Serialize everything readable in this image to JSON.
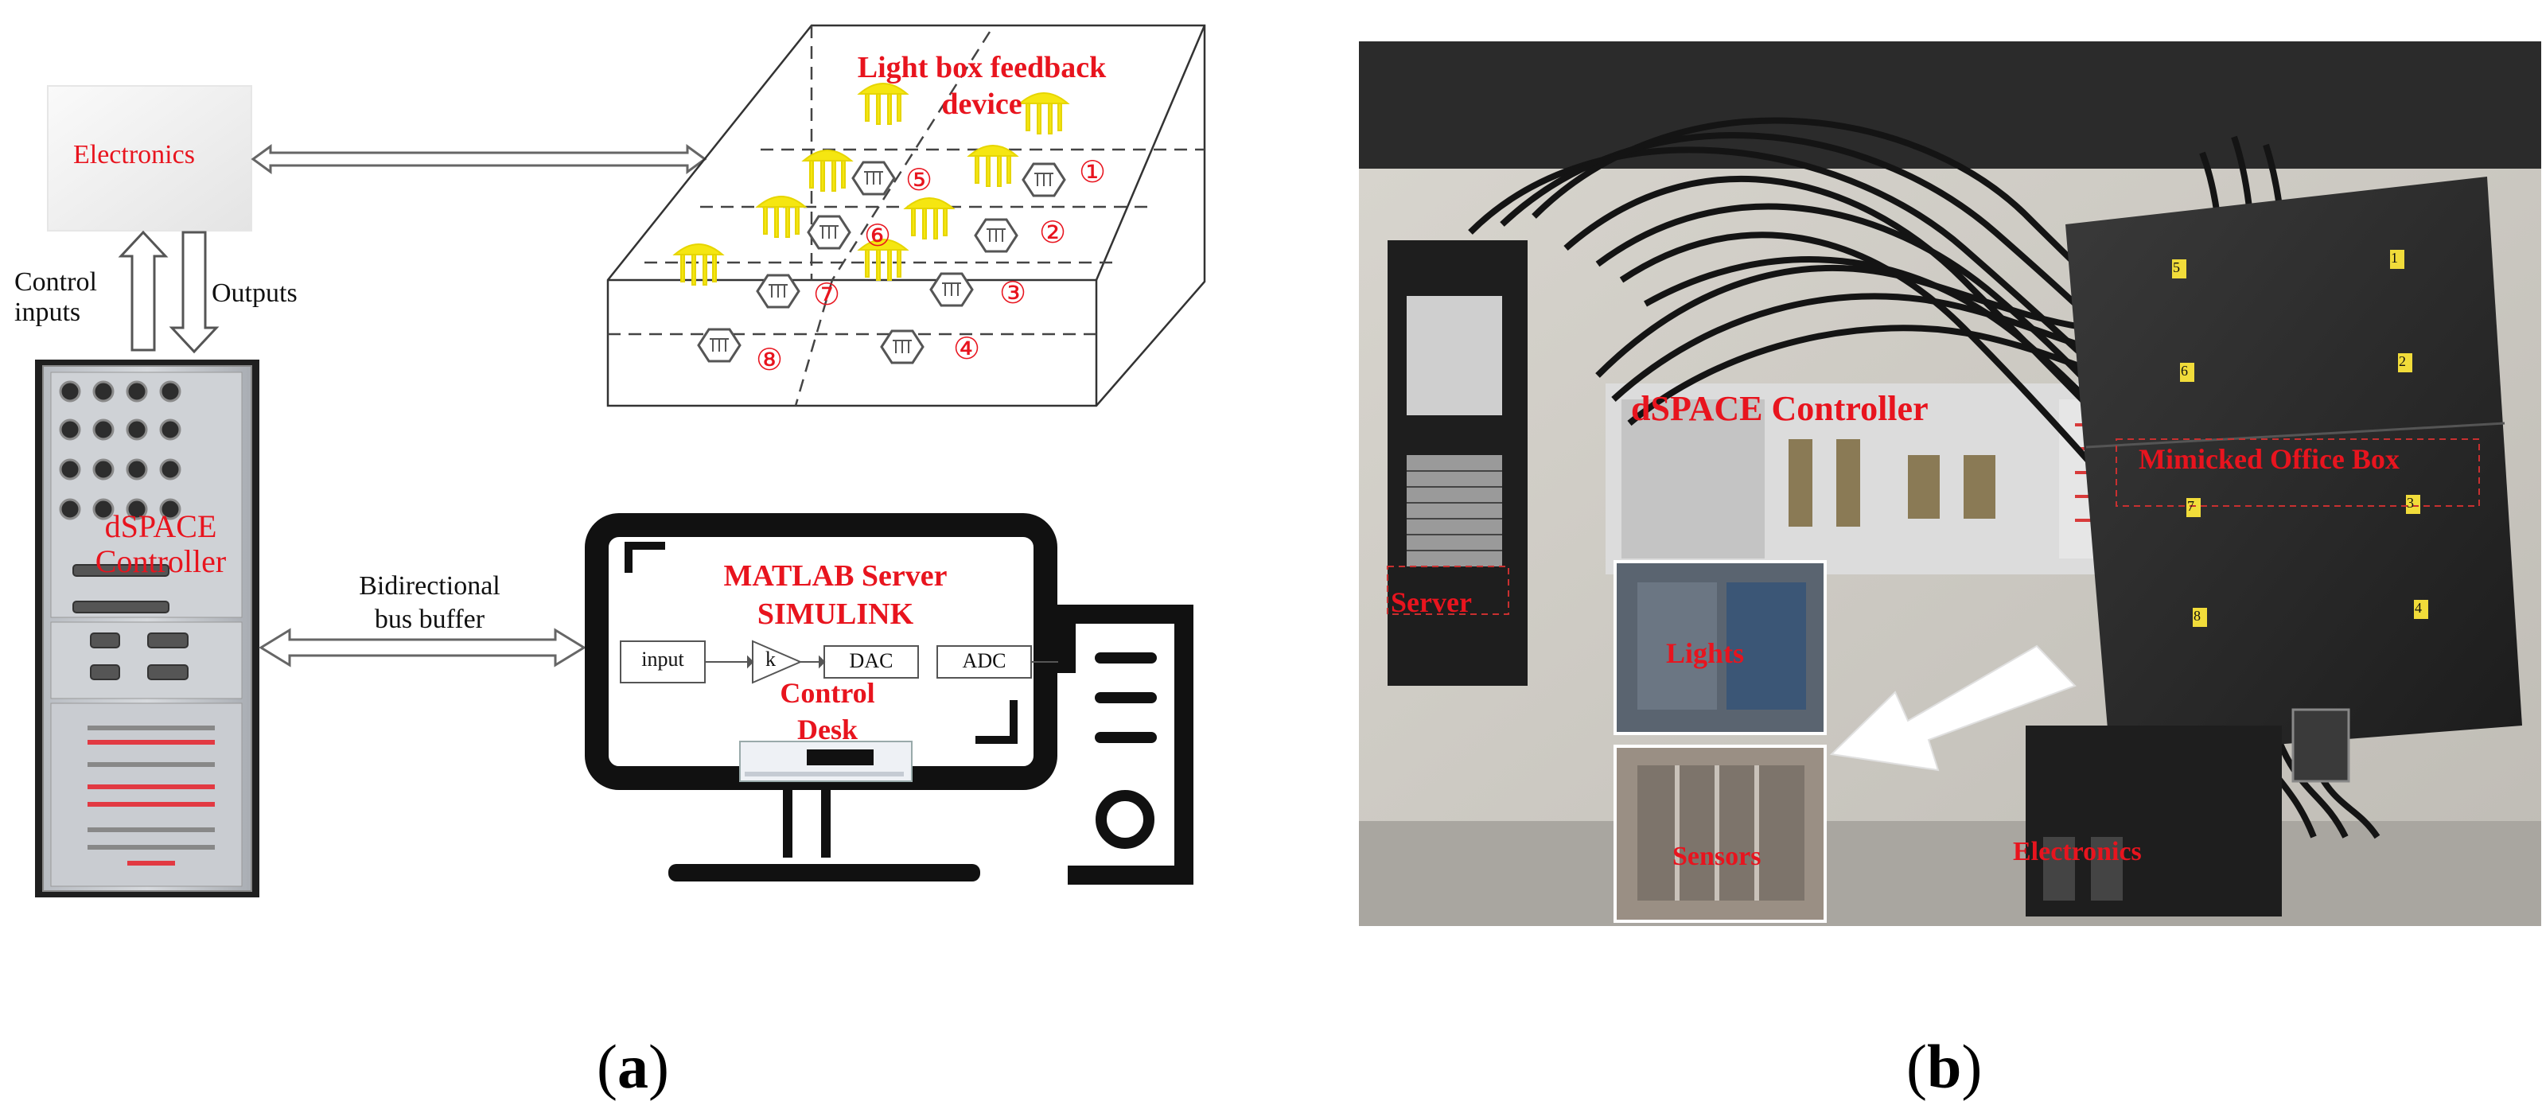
{
  "panel_a": {
    "electronics_label": "Electronics",
    "control_inputs_label": "Control\ninputs",
    "outputs_label": "Outputs",
    "light_box_title": "Light box feedback\ndevice",
    "zone_numbers": [
      "①",
      "②",
      "③",
      "④",
      "⑤",
      "⑥",
      "⑦",
      "⑧"
    ],
    "dspace_label": "dSPACE\nController",
    "bus_label": "Bidirectional\nbus buffer",
    "matlab_label": "MATLAB Server\nSIMULINK",
    "block_input": "input",
    "block_k": "k",
    "block_dac": "DAC",
    "block_adc": "ADC",
    "control_desk_label": "Control\nDesk",
    "caption": "(a)"
  },
  "panel_b": {
    "dspace_label": "dSPACE Controller",
    "office_box_label": "Mimicked Office Box",
    "server_label": "Server",
    "lights_label": "Lights",
    "sensors_label": "Sensors",
    "electronics_label": "Electronics",
    "box_tags": [
      "5",
      "1",
      "6",
      "2",
      "7",
      "3",
      "8",
      "4"
    ],
    "caption": "(b)"
  },
  "colors": {
    "label_red": "#e8141e",
    "lamp_yellow": "#f5e611",
    "photo_dark": "#2a2a2a"
  }
}
